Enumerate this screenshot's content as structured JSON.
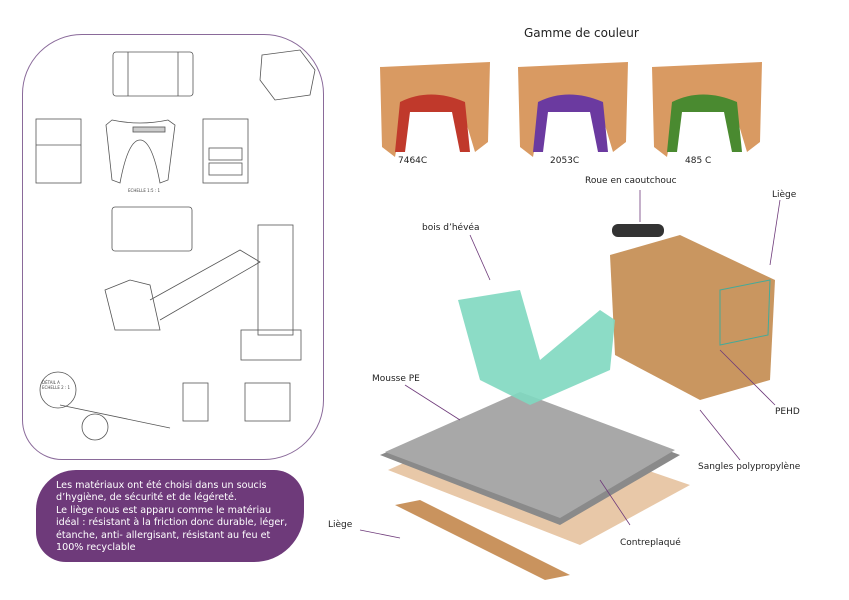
{
  "drawing": {
    "scale_label": "ECHELLE 1:5 : 1",
    "detail_label": "DÉTAIL A ECHELLE 2 : 1"
  },
  "note": {
    "lines": [
      "Les matériaux ont été choisi dans un soucis d’hygiène, de sécurité et de légéreté.",
      "Le liège nous est apparu comme le matériau idéal : résistant à la friction donc durable, léger, étanche, anti- allergisant, résistant au feu et 100% recyclable"
    ]
  },
  "colors": {
    "title": "Gamme de couleur",
    "swatches": [
      {
        "code": "7464C",
        "hex": "#c0392b"
      },
      {
        "code": "2053C",
        "hex": "#6b3aa0"
      },
      {
        "code": "485 C",
        "hex": "#4a8a30"
      }
    ]
  },
  "exploded": {
    "labels": {
      "wheel": "Roue en caoutchouc",
      "cork_top": "Liège",
      "wood": "bois d’hévéa",
      "foam": "Mousse PE",
      "hdpe": "PEHD",
      "straps": "Sangles polypropylène",
      "plywood": "Contreplaqué",
      "cork_bottom": "Liège"
    }
  }
}
